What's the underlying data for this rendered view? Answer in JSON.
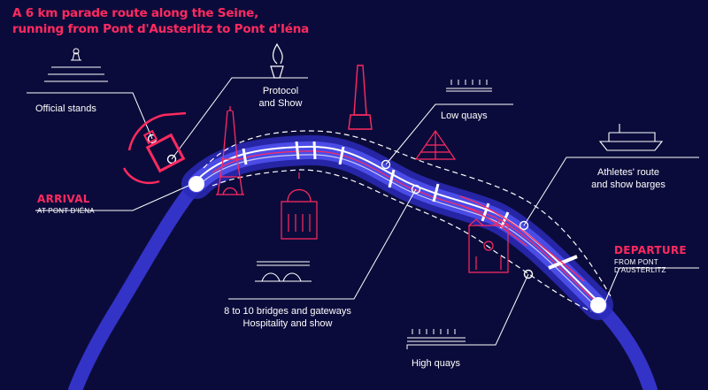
{
  "title_line1": "A 6 km parade route along the Seine,",
  "title_line2": "running from Pont d'Austerlitz to Pont d'Iéna",
  "labels": {
    "official_stands": "Official stands",
    "protocol": "Protocol",
    "and_show": "and Show",
    "low_quays": "Low quays",
    "athletes_route": "Athletes' route",
    "show_barges": "and show barges",
    "bridges": "8 to 10 bridges and gateways",
    "hospitality": "Hospitality and show",
    "high_quays": "High quays"
  },
  "arrival": {
    "title": "ARRIVAL",
    "sub": "AT PONT D'IÉNA"
  },
  "departure": {
    "title": "DEPARTURE",
    "sub": "FROM PONT D'AUSTERLITZ"
  },
  "colors": {
    "background": "#0b0b3b",
    "river": "#3333c8",
    "accent_red": "#ff2a5f",
    "line_white": "#ffffff"
  },
  "icons": [
    "stands-icon",
    "flame-icon",
    "obelisk-icon",
    "pyramid-icon",
    "eiffel-tower-icon",
    "invalides-dome-icon",
    "notre-dame-icon",
    "bridge-icon",
    "boat-icon",
    "low-quays-icon",
    "high-quays-icon"
  ]
}
